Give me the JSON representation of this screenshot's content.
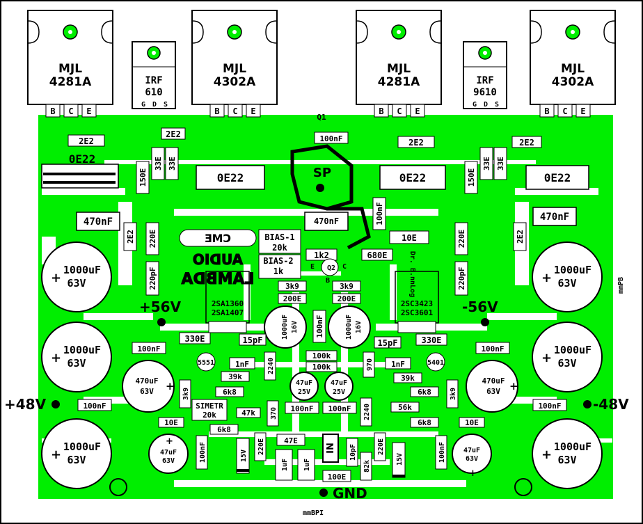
{
  "transistors": {
    "t1": {
      "line1": "MJL",
      "line2": "4281A"
    },
    "t2": {
      "line1": "IRF",
      "line2": "610",
      "pins": [
        "G",
        "D",
        "S"
      ]
    },
    "t3": {
      "line1": "MJL",
      "line2": "4302A"
    },
    "t4": {
      "line1": "MJL",
      "line2": "4281A"
    },
    "t5": {
      "line1": "IRF",
      "line2": "9610",
      "pins": [
        "G",
        "D",
        "S"
      ]
    },
    "t6": {
      "line1": "MJL",
      "line2": "4302A"
    },
    "bce": [
      "B",
      "C",
      "E"
    ]
  },
  "parts": {
    "q1": "Q1",
    "q2": "Q2",
    "sp": "SP",
    "c100n_top": "100nF",
    "c470n_mid": "470nF",
    "c470n_left": "470nF",
    "c470n_right": "470nF",
    "r2e2_a": "2E2",
    "r2e2_b": "2E2",
    "r2e2_c": "2E2",
    "r2e2_d": "2E2",
    "r2e2_e": "2E2",
    "r2e2_f": "2E2",
    "r0e22_a": "0E22",
    "r0e22_b": "0E22",
    "r0e22_c": "0E22",
    "r0e22_d": "0E22",
    "r150e_l": "150E",
    "r150e_r": "150E",
    "r33e_1": "33E",
    "r33e_2": "33E",
    "r33e_3": "33E",
    "r33e_4": "33E",
    "r220e_l": "220E",
    "r220e_r": "220E",
    "c220p_l": "220pF",
    "c220p_r": "220pF",
    "bias1": "BIAS-1",
    "bias1v": "20k",
    "bias2": "BIAS-2",
    "bias2v": "1k",
    "r1k2": "1k2",
    "r680e": "680E",
    "r10e_top": "10E",
    "c100n_v": "100nF",
    "q2e": "E",
    "q2c": "C",
    "q2b": "B",
    "r3k9_a": "3k9",
    "r3k9_b": "3k9",
    "r200e_a": "200E",
    "r200e_b": "200E",
    "pnp1": "2SA1360",
    "pnp2": "2SA1407",
    "npn1": "2SC3423",
    "npn2": "2SC3601",
    "v56p": "+56V",
    "v56n": "-56V",
    "v48p": "+48V",
    "v48n": "-48V",
    "gnd": "GND",
    "cap_big_val": "1000uF",
    "cap_big_v": "63V",
    "cap1000_16a": "1000uF",
    "cap1000_16b": "16V",
    "cap1000_16c": "1000uF",
    "cap1000_16d": "16V",
    "c100n_a": "100nF",
    "c100n_b": "100nF",
    "c100n_c": "100nF",
    "c100n_d": "100nF",
    "c100n_e": "100nF",
    "c100n_f": "100nF",
    "c100n_g": "100nF",
    "c100n_h": "100nF",
    "r330e_l": "330E",
    "r330e_r": "330E",
    "c15p_l": "15pF",
    "c15p_r": "15pF",
    "r100k_a": "100k",
    "r100k_b": "100k",
    "q5551": "5551",
    "q5401": "5401",
    "c1n_l": "1nF",
    "c1n_r": "1nF",
    "r2240_l": "2240",
    "r2240_r": "2240",
    "r970": "970",
    "r39k_l": "39k",
    "r39k_r": "39k",
    "c470u_val": "470uF",
    "c470u_v": "63V",
    "c47u_a": "47uF",
    "c47u_b": "25V",
    "r6k8_a": "6k8",
    "r6k8_b": "6k8",
    "r6k8_c": "6k8",
    "r6k8_d": "6k8",
    "r3k9_c": "3k9",
    "r3k9_d": "3k9",
    "simetr": "SIMETR",
    "simetr_v": "20k",
    "r47k": "47k",
    "r370": "370",
    "r56k": "56k",
    "r10e_a": "10E",
    "r10e_b": "10E",
    "r47e": "47E",
    "in": "IN",
    "c10p": "10pF",
    "r82k": "82k",
    "r100e": "100E",
    "c1u_a": "1uF",
    "c1u_b": "1uF",
    "d15v_a": "15V",
    "d15v_b": "15V",
    "c47u_c": "47uF",
    "c47u_d": "63V",
    "logo_amp": "AUDIO",
    "logo_name": "LAMBDA",
    "credit_bottom": "mmBPI",
    "credit_side": "mmPB",
    "credit_top_r": "Dr. B.nnLog"
  },
  "colors": {
    "trace": "#00ee00",
    "ink": "#000000",
    "board": "#ffffff"
  }
}
